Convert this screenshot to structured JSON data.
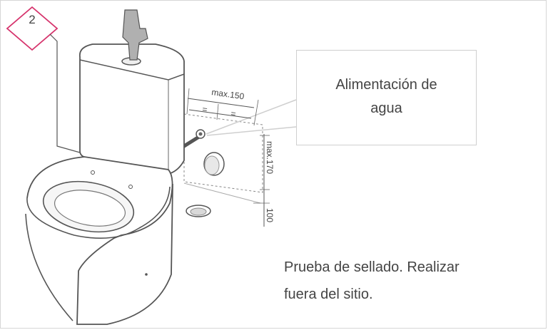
{
  "step": {
    "number": "2",
    "color": "#d6336c"
  },
  "callout": {
    "text_line1": "Alimentación de",
    "text_line2": "agua"
  },
  "note": {
    "line1": "Prueba de sellado. Realizar",
    "line2": "fuera del sitio."
  },
  "dimensions": {
    "width_max": "max.150",
    "equal_left": "=",
    "equal_right": "=",
    "height_max": "max.170",
    "offset": "100"
  }
}
